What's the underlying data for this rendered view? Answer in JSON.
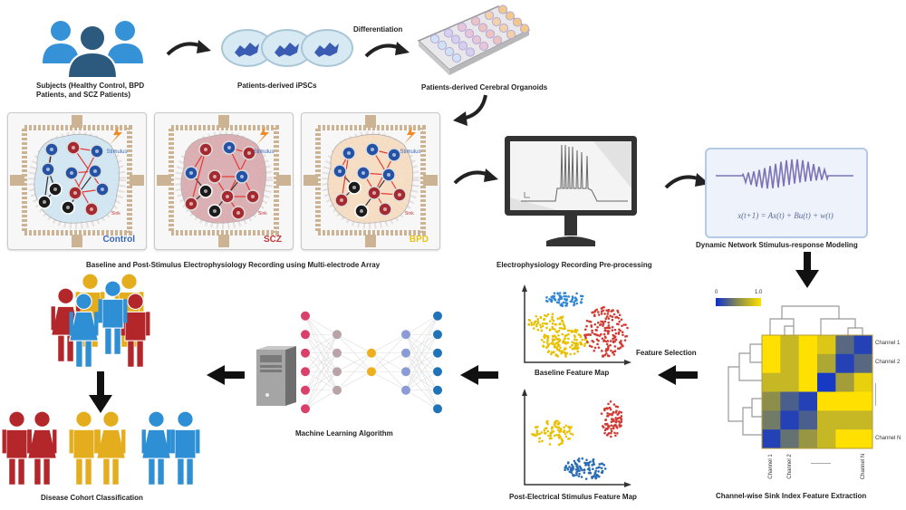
{
  "title": "Patient-derived cerebral organoid electrophysiology and machine learning pipeline",
  "steps": {
    "subjects": "Subjects (Healthy Control, BPD Patients, and SCZ Patients)",
    "subjects_line1": "Subjects (Healthy Control, BPD",
    "subjects_line2": "Patients, and SCZ Patients)",
    "ipscs": "Patients-derived iPSCs",
    "differentiation": "Differentiation",
    "organoids": "Patients-derived Cerebral Organoids",
    "mea_recording": "Baseline and Post-Stimulus Electrophysiology Recording using Multi-electrode Array",
    "preprocessing": "Electrophysiology Recording Pre-processing",
    "modeling": "Dynamic Network Stimulus-response Modeling",
    "sink_index": "Channel-wise Sink Index Feature Extraction",
    "feature_selection": "Feature Selection",
    "baseline_map": "Baseline Feature Map",
    "post_stimulus_map": "Post-Electrical Stimulus Feature Map",
    "ml_algorithm": "Machine Learning Algorithm",
    "classification": "Disease Cohort Classification"
  },
  "mea_panels": [
    {
      "label": "Control",
      "color": "#3a66b8",
      "tissue": "#cfe6f2",
      "stim": "Stimulus",
      "sink": "Sink"
    },
    {
      "label": "SCZ",
      "color": "#c0393b",
      "tissue": "#d9a9ad",
      "stim": "Stimulus",
      "sink": "Sink"
    },
    {
      "label": "BPD",
      "color": "#e8c21a",
      "tissue": "#f6dcc0",
      "stim": "Stimulus",
      "sink": "Sink"
    }
  ],
  "equation": "x(t+1) = Ax(t) + Bu(t) + w(t)",
  "heatmap": {
    "scale_min": "0",
    "scale_max": "1.0",
    "row_labels": [
      "Channel 1",
      "Channel 2",
      "",
      "",
      "",
      "Channel N"
    ],
    "col_labels": [
      "Channel 1",
      "Channel 2",
      "",
      "",
      "",
      "Channel N"
    ],
    "ellipsis": "......",
    "values": [
      [
        1.0,
        0.75,
        1.0,
        0.85,
        0.3,
        0.1
      ],
      [
        1.0,
        0.75,
        1.0,
        0.65,
        0.1,
        0.3
      ],
      [
        0.75,
        0.75,
        1.0,
        0.05,
        0.6,
        0.9
      ],
      [
        0.5,
        0.25,
        0.1,
        1.0,
        1.0,
        1.0
      ],
      [
        0.4,
        0.1,
        0.25,
        0.75,
        0.75,
        0.75
      ],
      [
        0.1,
        0.35,
        0.55,
        0.75,
        1.0,
        1.0
      ]
    ]
  },
  "colors": {
    "blue": "#2f8fd5",
    "dark_blue": "#2d5b7e",
    "red": "#b3262a",
    "yellow": "#e3ad1d",
    "arrow": "#222222",
    "heat_low": "#0a2fd0",
    "heat_high": "#ffe000"
  }
}
